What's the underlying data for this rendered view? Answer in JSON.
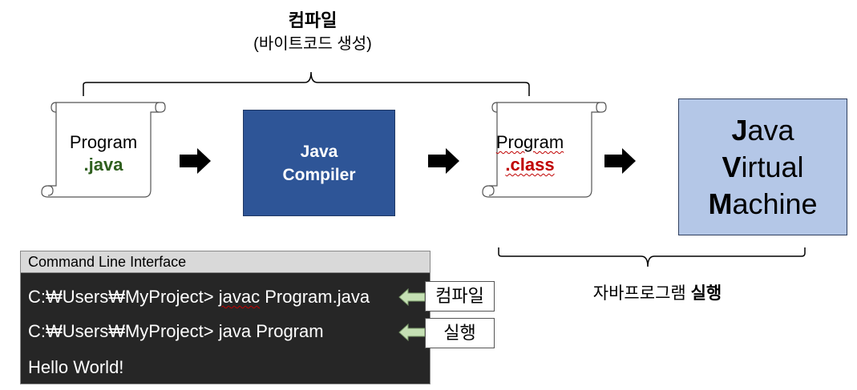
{
  "top_label": {
    "title": "컴파일",
    "subtitle": "(바이트코드 생성)"
  },
  "source_file": {
    "name": "Program",
    "ext": ".java"
  },
  "compiler": {
    "line1": "Java",
    "line2": "Compiler"
  },
  "class_file": {
    "name": "Program",
    "ext": ".class"
  },
  "jvm": {
    "words": [
      {
        "initial": "J",
        "rest": "ava"
      },
      {
        "initial": "V",
        "rest": "irtual"
      },
      {
        "initial": "M",
        "rest": "achine"
      }
    ]
  },
  "run_label": {
    "text": "자바프로그램 ",
    "bold": "실행"
  },
  "cli": {
    "title": "Command Line Interface",
    "line1_prompt": "C:₩Users₩MyProject> ",
    "line1_cmd": "javac",
    "line1_arg": " Program.java",
    "line2": "C:₩Users₩MyProject> java Program",
    "line3": "Hello World!"
  },
  "callouts": {
    "compile": "컴파일",
    "run": "실행"
  },
  "colors": {
    "compiler_bg": "#2e5597",
    "jvm_bg": "#b4c7e7",
    "cli_bg": "#262626",
    "java_ext": "#2f5f1e",
    "class_ext": "#c00000",
    "arrow_fill": "#c5e0b4"
  }
}
